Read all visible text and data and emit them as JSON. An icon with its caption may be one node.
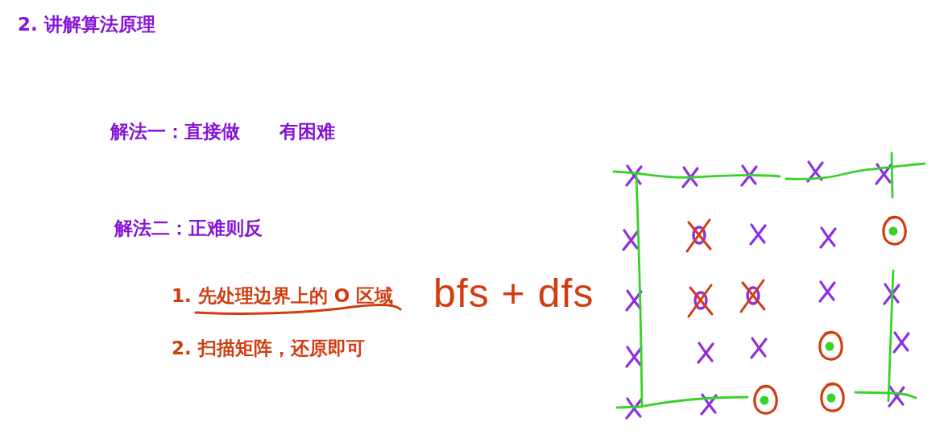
{
  "diagram": {
    "title": "2. 讲解算法原理",
    "labels": [
      "解法一：直接做",
      "有困难",
      "解法二：正难则反",
      "1. 先处理边界上的 O 区域",
      "2. 扫描矩阵，还原即可",
      "bfs + dfs"
    ]
  }
}
